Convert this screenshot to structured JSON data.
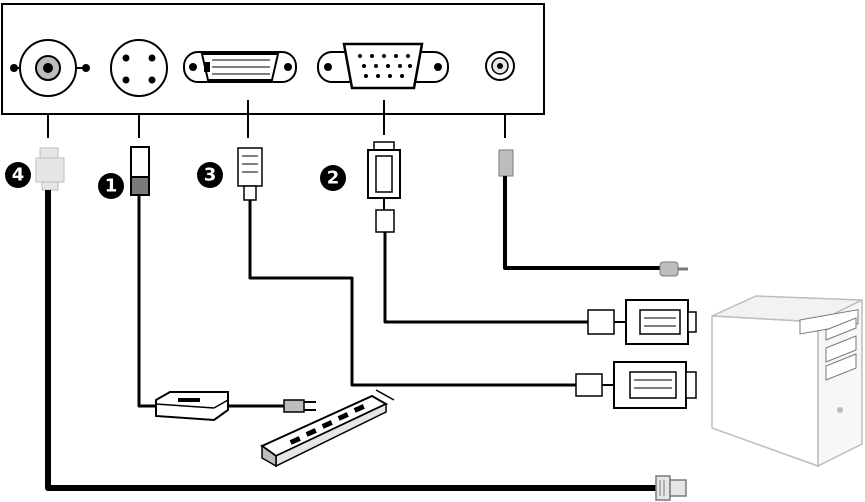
{
  "callouts": [
    {
      "id": "power",
      "label": "❶",
      "number": "1"
    },
    {
      "id": "vga",
      "label": "❷",
      "number": "2"
    },
    {
      "id": "dvi",
      "label": "❸",
      "number": "3"
    },
    {
      "id": "coax",
      "label": "❹",
      "number": "4"
    }
  ],
  "colors": {
    "line": "#000000",
    "panel": "#ffffff",
    "light": "#e6e6e6",
    "mid": "#bdbdbd",
    "dark": "#7a7a7a"
  }
}
